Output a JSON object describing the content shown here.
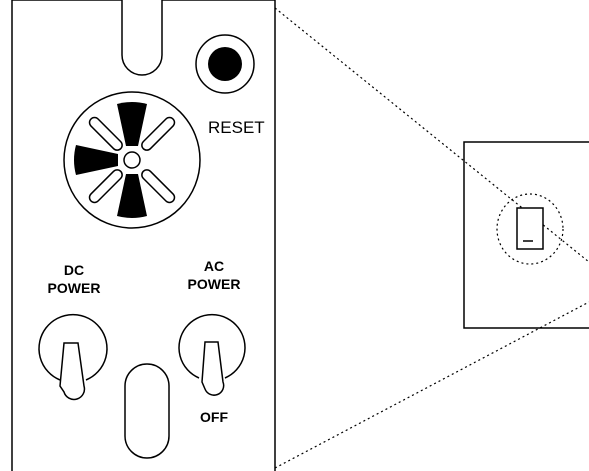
{
  "labels": {
    "reset": "RESET",
    "dc_power_line1": "DC",
    "dc_power_line2": "POWER",
    "ac_power_line1": "AC",
    "ac_power_line2": "POWER",
    "off": "OFF"
  },
  "colors": {
    "line": "#000000",
    "background": "#ffffff",
    "fill": "#000000"
  },
  "icons": {
    "reset_button": "filled-circle-button-icon",
    "connector": "round-multipin-connector-icon",
    "dc_toggle": "toggle-switch-icon",
    "ac_toggle": "toggle-switch-icon",
    "detail_toggle": "rocker-switch-icon"
  }
}
